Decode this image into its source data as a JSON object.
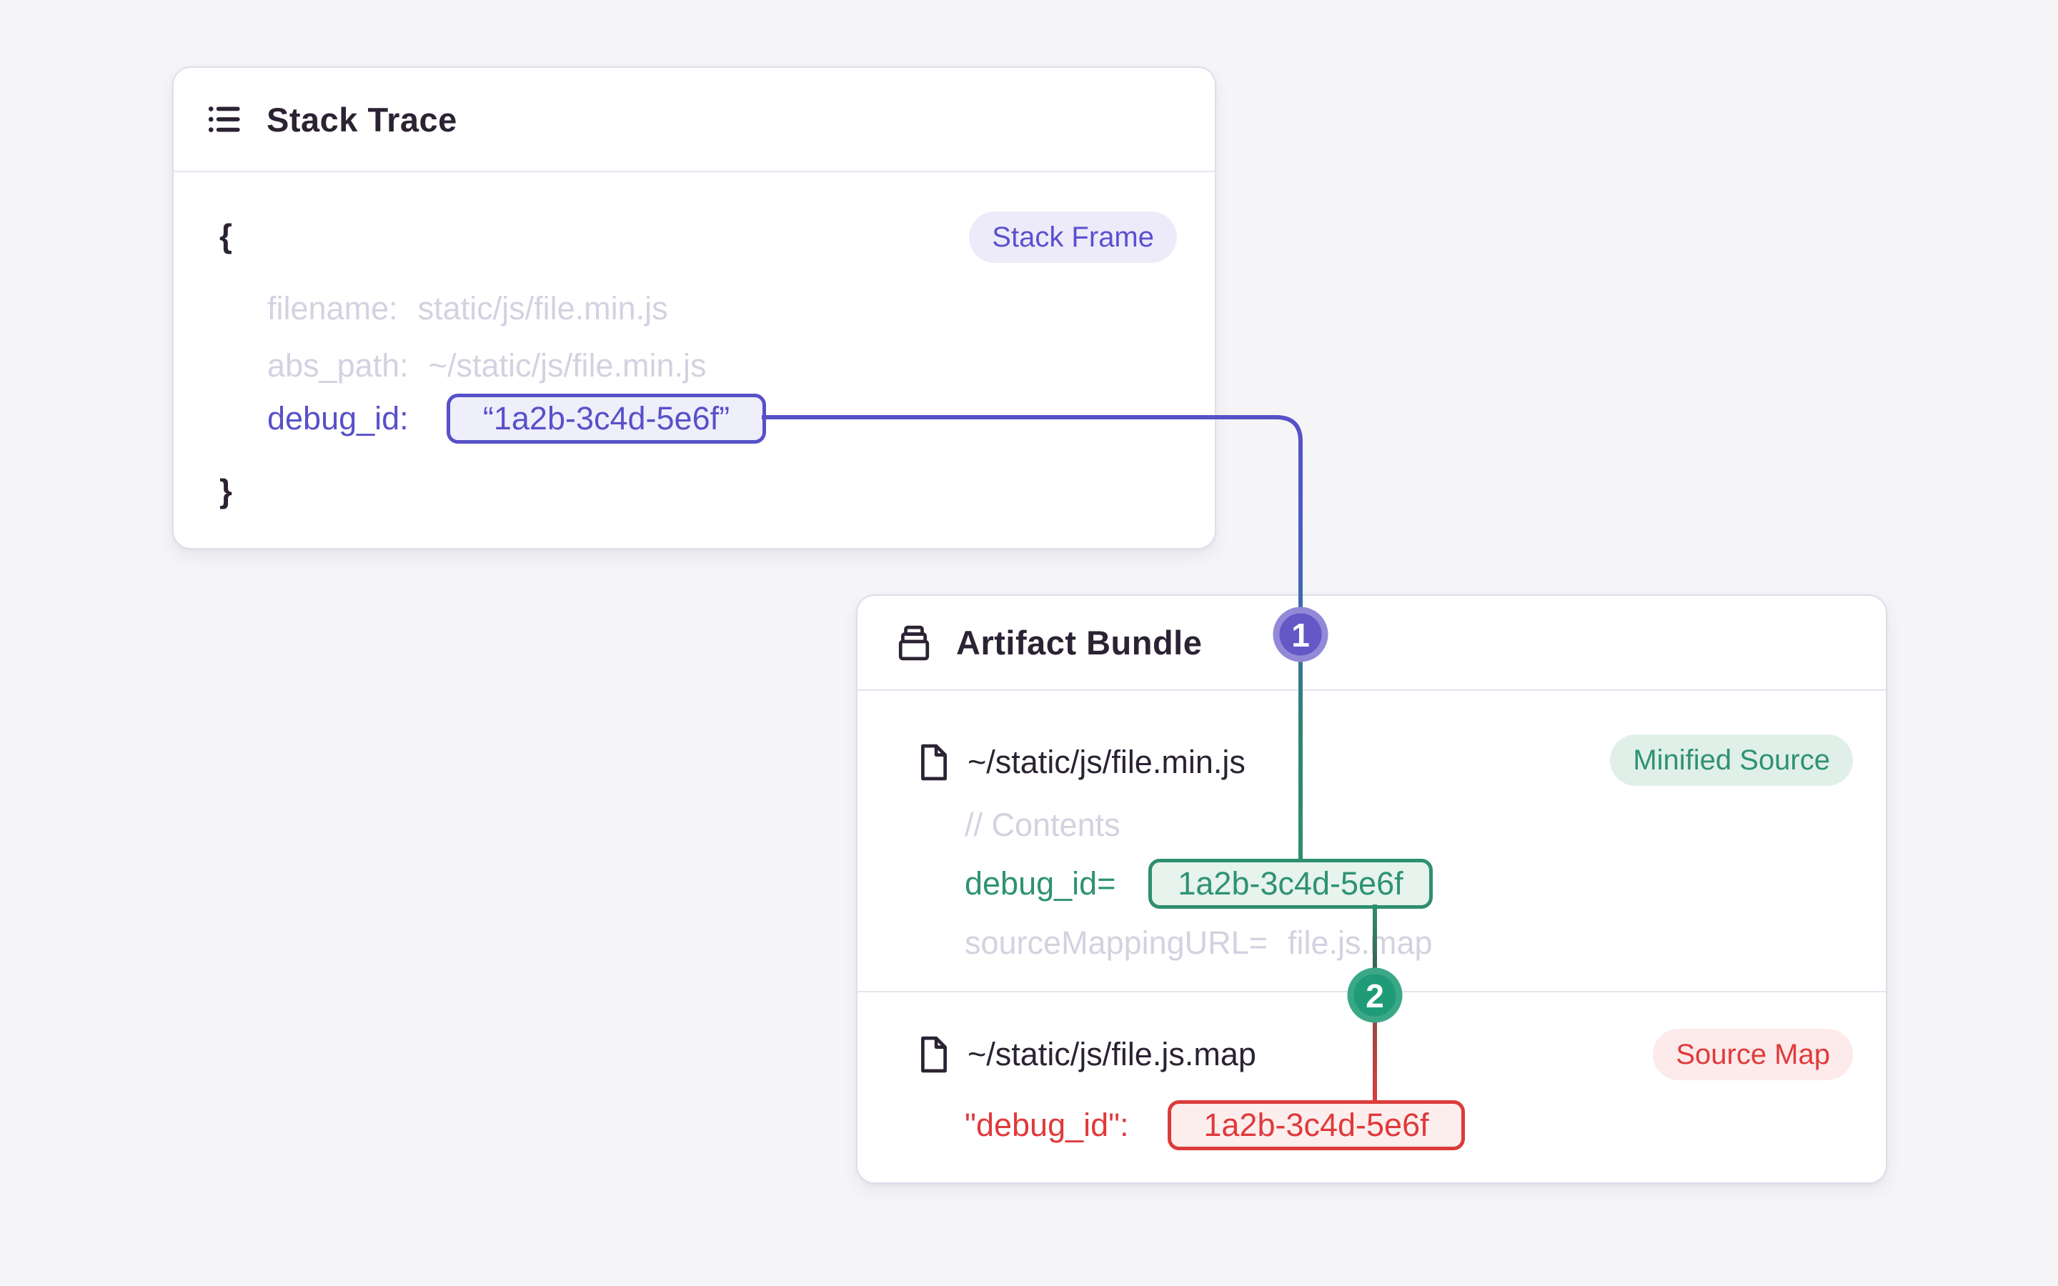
{
  "page": {
    "background": "#f5f4f7"
  },
  "colors": {
    "accent_purple": "#5751c8",
    "accent_green": "#2e9273",
    "accent_red": "#e03a3c",
    "faded_text": "#d5d1e0",
    "dark_text": "#2b2333",
    "card_border": "#e1ddea",
    "badge_purple_bg": "#edebfa",
    "badge_green_bg": "#e1efe9",
    "badge_red_bg": "#fdeaea"
  },
  "stack_trace": {
    "title": "Stack Trace",
    "badge": "Stack Frame",
    "open_brace": "{",
    "close_brace": "}",
    "filename_label": "filename:",
    "filename_value": "static/js/file.min.js",
    "abs_path_label": "abs_path:",
    "abs_path_value": "~/static/js/file.min.js",
    "debug_id_label": "debug_id:",
    "debug_id_value": "“1a2b-3c4d-5e6f”"
  },
  "artifact_bundle": {
    "title": "Artifact Bundle",
    "files": [
      {
        "path": "~/static/js/file.min.js",
        "badge": "Minified Source",
        "comment": "// Contents",
        "debug_id_label": "debug_id=",
        "debug_id_value": "1a2b-3c4d-5e6f",
        "source_mapping_label": "sourceMappingURL=",
        "source_mapping_value": "file.js.map"
      },
      {
        "path": "~/static/js/file.js.map",
        "badge": "Source Map",
        "debug_id_label": "\"debug_id\":",
        "debug_id_value": "1a2b-3c4d-5e6f"
      }
    ]
  },
  "connectors": {
    "step1": "1",
    "step2": "2"
  }
}
